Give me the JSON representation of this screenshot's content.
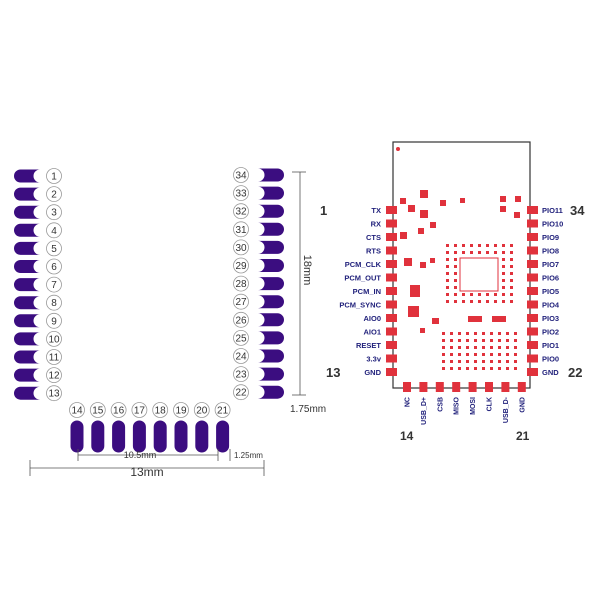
{
  "footprint": {
    "left_pins": [
      "1",
      "2",
      "3",
      "4",
      "5",
      "6",
      "7",
      "8",
      "9",
      "10",
      "11",
      "12",
      "13"
    ],
    "right_pins": [
      "34",
      "33",
      "32",
      "31",
      "30",
      "29",
      "28",
      "27",
      "26",
      "25",
      "24",
      "23",
      "22"
    ],
    "bottom_pins": [
      "14",
      "15",
      "16",
      "17",
      "18",
      "19",
      "20",
      "21"
    ],
    "dim_height": "18mm",
    "dim_pad_offset": "1.75mm",
    "dim_inner_width": "10.5mm",
    "dim_pitch": "1.25mm",
    "dim_width": "13mm"
  },
  "module": {
    "left_labels": [
      "TX",
      "RX",
      "CTS",
      "RTS",
      "PCM_CLK",
      "PCM_OUT",
      "PCM_IN",
      "PCM_SYNC",
      "AIO0",
      "AIO1",
      "RESET",
      "3.3v",
      "GND"
    ],
    "right_labels": [
      "PIO11",
      "PIO10",
      "PIO9",
      "PIO8",
      "PIO7",
      "PIO6",
      "PIO5",
      "PIO4",
      "PIO3",
      "PIO2",
      "PIO1",
      "PIO0",
      "GND"
    ],
    "bottom_labels": [
      "NC",
      "USB_D+",
      "CSB",
      "MISO",
      "MOSI",
      "CLK",
      "USB_D-",
      "GND"
    ],
    "corner_numbers": {
      "top_left": "1",
      "top_right": "34",
      "bottom_left": "13",
      "bottom_right": "22",
      "bottom_first": "14",
      "bottom_last": "21"
    }
  },
  "colors": {
    "pad": "#3b0d80",
    "copper": "#e0323c",
    "label": "#1f1f7a",
    "line": "#555555"
  }
}
